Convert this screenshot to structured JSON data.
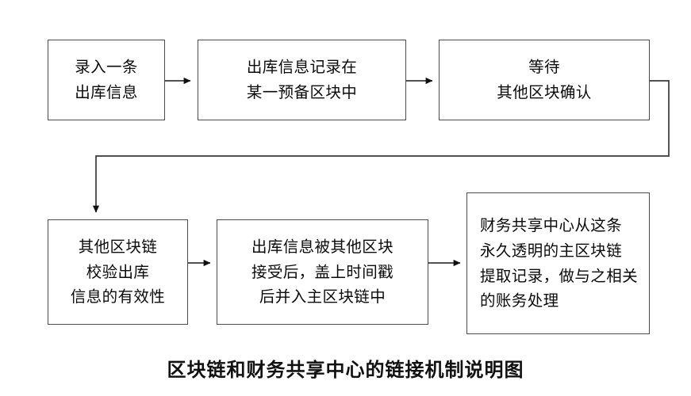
{
  "diagram": {
    "caption": "区块链和财务共享中心的链接机制说明图",
    "stroke_color": "#4c4c4c",
    "text_color": "#0a0a0a",
    "background": "#ffffff",
    "nodes": [
      {
        "id": "n1",
        "name": "record-outbound-info",
        "lines": [
          "录入一条",
          "出库信息"
        ]
      },
      {
        "id": "n2",
        "name": "log-into-prepared-block",
        "lines": [
          "出库信息记录在",
          "某一预备区块中"
        ]
      },
      {
        "id": "n3",
        "name": "wait-other-blocks-confirm",
        "lines": [
          "等待",
          "其他区块确认"
        ]
      },
      {
        "id": "n4",
        "name": "other-chains-validate",
        "lines": [
          "其他区块链",
          "校验出库",
          "信息的有效性"
        ]
      },
      {
        "id": "n5",
        "name": "timestamp-merge-main-chain",
        "lines": [
          "出库信息被其他区块",
          "接受后，盖上时间戳",
          "后并入主区块链中"
        ]
      },
      {
        "id": "n6",
        "name": "finance-shared-center-accounting",
        "lines": [
          "财务共享中心从这条",
          "永久透明的主区块链",
          "提取记录，做与之相关",
          "的账务处理"
        ]
      }
    ],
    "edges": [
      {
        "name": "edge-n1-to-n2",
        "from": "n1",
        "to": "n2",
        "kind": "straight-right"
      },
      {
        "name": "edge-n2-to-n3",
        "from": "n2",
        "to": "n3",
        "kind": "straight-right"
      },
      {
        "name": "edge-n3-to-n4",
        "from": "n3",
        "to": "n4",
        "kind": "right-down-left-down"
      },
      {
        "name": "edge-n4-to-n5",
        "from": "n4",
        "to": "n5",
        "kind": "straight-right"
      },
      {
        "name": "edge-n5-to-n6",
        "from": "n5",
        "to": "n6",
        "kind": "straight-right"
      }
    ]
  }
}
